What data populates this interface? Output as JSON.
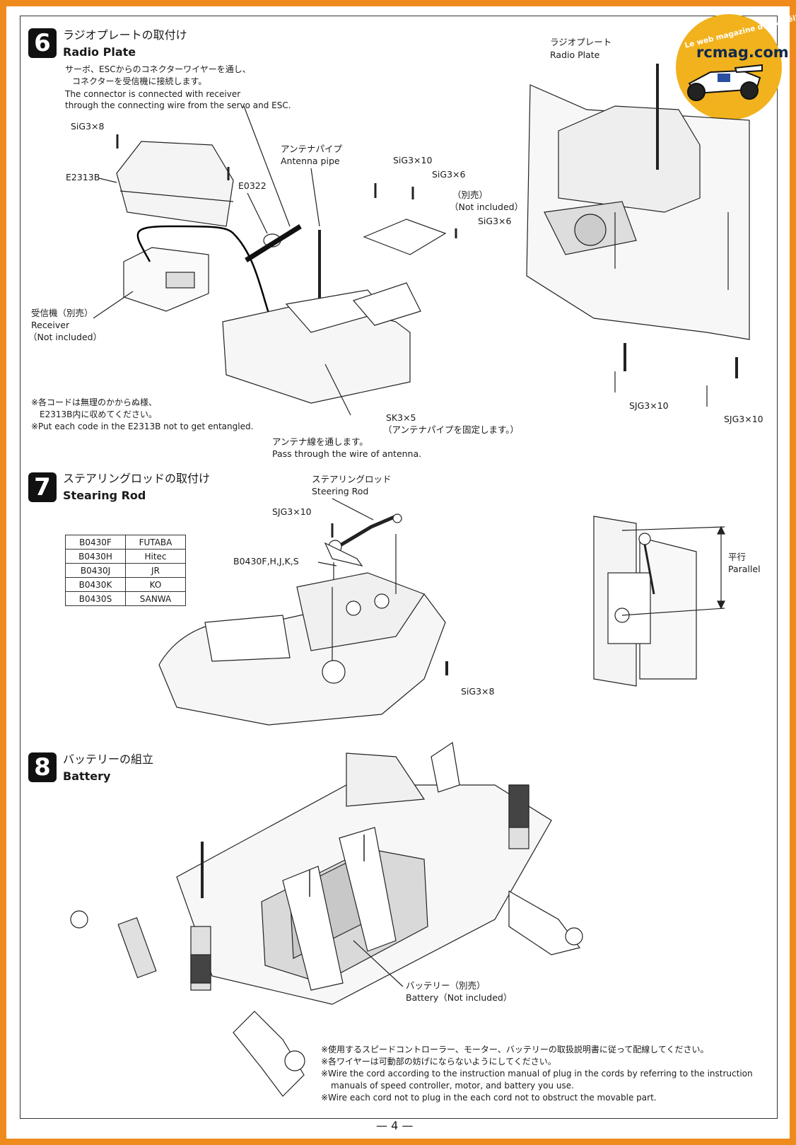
{
  "page_number": "— 4 —",
  "logo": {
    "tagline": "Le web magazine du modélisme",
    "name": "rcmag.com",
    "accent": "#f1b21e",
    "frame_color": "#ef8a1c"
  },
  "step6": {
    "number": "6",
    "title_jp": "ラジオプレートの取付け",
    "title_en": "Radio Plate",
    "note_jp_1": "サーボ、ESCからのコネクターワイヤーを通し、",
    "note_jp_2": "コネクターを受信機に接続します。",
    "note_en_1": "The connector is connected with receiver",
    "note_en_2": "through the connecting wire from the servo and ESC.",
    "labels": {
      "sig3x8": "SiG3×8",
      "e2313b": "E2313B",
      "e0322": "E0322",
      "antenna_pipe_jp": "アンテナパイプ",
      "antenna_pipe_en": "Antenna pipe",
      "sig3x10": "SiG3×10",
      "sig3x6_a": "SiG3×6",
      "not_included_jp": "（別売）",
      "not_included_en": "（Not included）",
      "sig3x6_b": "SiG3×6",
      "receiver_jp": "受信機（別売）",
      "receiver_en": "Receiver",
      "receiver_ni": "（Not included）",
      "sk3x5": "SK3×5",
      "sk3x5_note": "（アンテナパイプを固定します。）",
      "antenna_wire_jp": "アンテナ線を通します。",
      "antenna_wire_en": "Pass through the wire of antenna.",
      "radio_plate_jp": "ラジオプレート",
      "radio_plate_en": "Radio Plate",
      "sjg3x10_a": "SJG3×10",
      "sjg3x10_b": "SJG3×10"
    },
    "caution_jp_1": "※各コードは無理のかからぬ様、",
    "caution_jp_2": "E2313B内に収めてください。",
    "caution_en": "※Put each code in the E2313B not to get entangled."
  },
  "step7": {
    "number": "7",
    "title_jp": "ステアリングロッドの取付け",
    "title_en": "Stearing Rod",
    "labels": {
      "steering_rod_jp": "ステアリングロッド",
      "steering_rod_en": "Steering Rod",
      "sjg3x10": "SJG3×10",
      "b0430": "B0430F,H,J,K,S",
      "sig3x8": "SiG3×8",
      "parallel_jp": "平行",
      "parallel_en": "Parallel"
    },
    "table": [
      [
        "B0430F",
        "FUTABA"
      ],
      [
        "B0430H",
        "Hitec"
      ],
      [
        "B0430J",
        "JR"
      ],
      [
        "B0430K",
        "KO"
      ],
      [
        "B0430S",
        "SANWA"
      ]
    ]
  },
  "step8": {
    "number": "8",
    "title_jp": "バッテリーの組立",
    "title_en": "Battery",
    "labels": {
      "battery_jp": "バッテリー（別売）",
      "battery_en": "Battery（Not included）"
    },
    "notes": [
      "※使用するスピードコントローラー、モーター、バッテリーの取扱説明書に従って配線してください。",
      "※各ワイヤーは可動部の妨げにならないようにしてください。",
      "※Wire the cord according to the instruction manual of plug in the cords by referring to the instruction",
      "manuals of speed controller, motor, and battery you use.",
      "※Wire each cord not to plug in the each cord not to obstruct the movable part."
    ]
  }
}
